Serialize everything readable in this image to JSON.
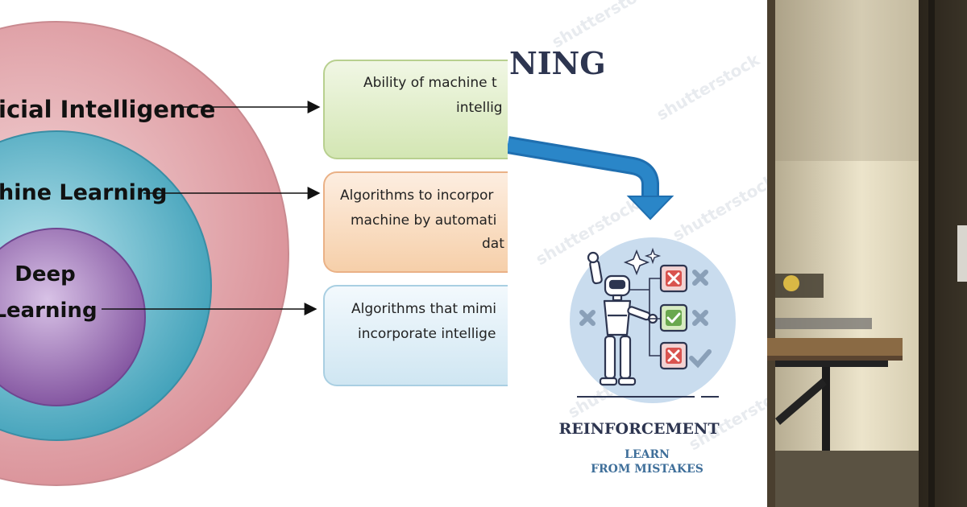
{
  "left_diagram": {
    "circles": [
      {
        "label": "icial Intelligence",
        "outer": "#eec5c8",
        "inner": "#d98f96"
      },
      {
        "label": "hine Learning",
        "outer": "#a7dbe5",
        "inner": "#4aa9c0"
      },
      {
        "label_line1": "Deep",
        "label_line2": "Learning",
        "outer": "#c7a6d8",
        "inner": "#8a5aa6"
      }
    ],
    "boxes": [
      {
        "line1": "Ability of machine t",
        "line2": "intellig",
        "fill_top": "#eaf3d8",
        "fill_bottom": "#d3e6b3",
        "stroke": "#b8d08f"
      },
      {
        "line1": "Algorithms to incorpor",
        "line2": "machine by automati",
        "line3": "dat",
        "fill_top": "#fce6d3",
        "fill_bottom": "#f6cfa9",
        "stroke": "#eab186"
      },
      {
        "line1": "Algorithms that mimi",
        "line2": "incorporate intellige",
        "fill_top": "#ecf6fb",
        "fill_bottom": "#cfe6f2",
        "stroke": "#a9cfe2"
      }
    ]
  },
  "middle_panel": {
    "heading_fragment": "NING",
    "title": "REINFORCEMENT",
    "subtitle_line1": "LEARN",
    "subtitle_line2": "FROM MISTAKES",
    "watermark": "shutterstock",
    "arrow_color": "#2a86c8",
    "circle_color": "#c9dcee"
  },
  "right_photo": {}
}
